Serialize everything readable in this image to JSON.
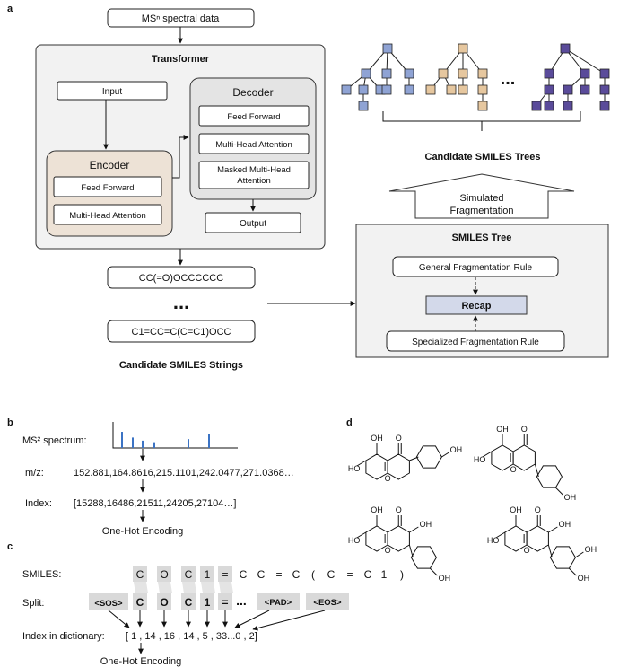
{
  "panel_labels": {
    "a": "a",
    "b": "b",
    "c": "c",
    "d": "d"
  },
  "panel_a": {
    "top_input": "MSⁿ spectral data",
    "transformer_title": "Transformer",
    "input_box": "Input",
    "encoder": {
      "title": "Encoder",
      "feed_forward": "Feed Forward",
      "attention": "Multi-Head Attention"
    },
    "decoder": {
      "title": "Decoder",
      "feed_forward": "Feed Forward",
      "attention": "Multi-Head Attention",
      "masked_line1": "Masked Multi-Head",
      "masked_line2": "Attention"
    },
    "output_box": "Output",
    "smiles_1": "CC(=O)OCCCCCC",
    "ellipsis": "...",
    "smiles_2": "C1=CC=C(C=C1)OCC",
    "candidate_strings_label": "Candidate SMILES Strings",
    "trees_ellipsis": "...",
    "candidate_trees_label": "Candidate SMILES Trees",
    "simulated_line1": "Simulated",
    "simulated_line2": "Fragmentation",
    "smiles_tree_title": "SMILES Tree",
    "general_rule": "General Fragmentation Rule",
    "recap": "Recap",
    "specialized_rule": "Specialized Fragmentation Rule",
    "tree_colors": [
      "#8fa3d4",
      "#e6c79f",
      "#5a4b9a"
    ]
  },
  "panel_b": {
    "spectrum_label": "MS² spectrum:",
    "mz_label": "m/z:",
    "mz_values": "152.881,164.8616,215.1101,242.0477,271.0368…",
    "index_label": "Index:",
    "index_values": "[15288,16486,21511,24205,27104…]",
    "encoding": "One-Hot Encoding",
    "peak_color": "#3b73c4"
  },
  "panel_c": {
    "smiles_label": "SMILES:",
    "smiles_tokens": [
      "C",
      "O",
      "C",
      "1",
      "=",
      "C",
      "C",
      "=",
      "C",
      "(",
      "C",
      "=",
      "C",
      "1",
      ")"
    ],
    "split_label": "Split:",
    "split_tokens": [
      "<SOS>",
      "C",
      "O",
      "C",
      "1",
      "="
    ],
    "split_ellipsis": "...",
    "pad": "<PAD>",
    "eos": "<EOS>",
    "index_label": "Index in dictionary:",
    "index_values": "[ 1 , 14 , 16 , 14 , 5 , 33...0 , 2]",
    "encoding": "One-Hot Encoding"
  },
  "panel_d": {
    "atom_labels": [
      "HO",
      "OH",
      "O",
      "O"
    ]
  }
}
